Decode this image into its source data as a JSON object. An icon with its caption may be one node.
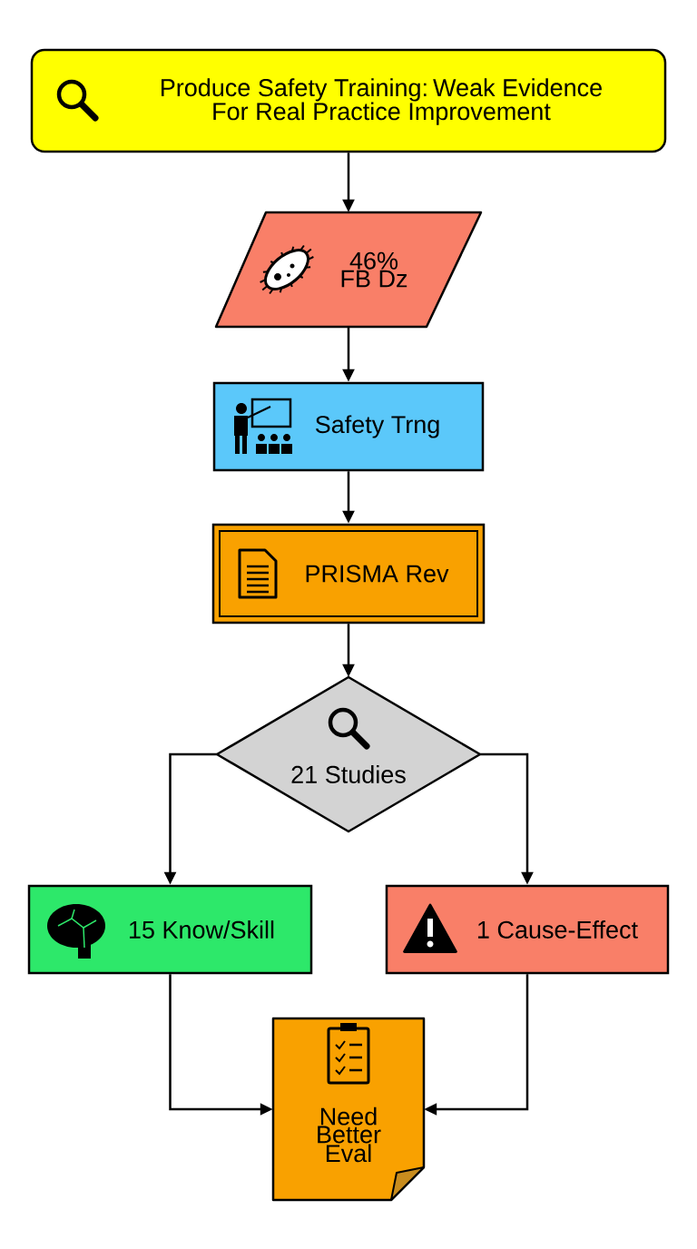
{
  "diagram": {
    "nodes": [
      {
        "text": [
          "Produce Safety Training: Weak Evidence For Real Practice Improvement"
        ]
      },
      {
        "text": [
          "46% FB Dz"
        ]
      },
      {
        "text": [
          "Safety Trng"
        ]
      },
      {
        "text": [
          "PRISMA Rev"
        ]
      },
      {
        "text": [
          "21 Studies"
        ]
      },
      {
        "text": [
          "15 Know/Skill"
        ]
      },
      {
        "text": [
          "1 Cause-Effect"
        ]
      },
      {
        "text": [
          "Need Better Eval"
        ]
      }
    ],
    "edges": [
      {
        "from": 0,
        "to": 1,
        "arrow": "to"
      },
      {
        "from": 1,
        "to": 2,
        "arrow": "to"
      },
      {
        "from": 2,
        "to": 3,
        "arrow": "to"
      },
      {
        "from": 3,
        "to": 4,
        "arrow": "to"
      },
      {
        "from": 4,
        "to": 5,
        "arrow": "to"
      },
      {
        "from": 4,
        "to": 6,
        "arrow": "to"
      },
      {
        "from": 5,
        "to": 7,
        "arrow": "to"
      },
      {
        "from": 6,
        "to": 7,
        "arrow": "to"
      }
    ]
  }
}
